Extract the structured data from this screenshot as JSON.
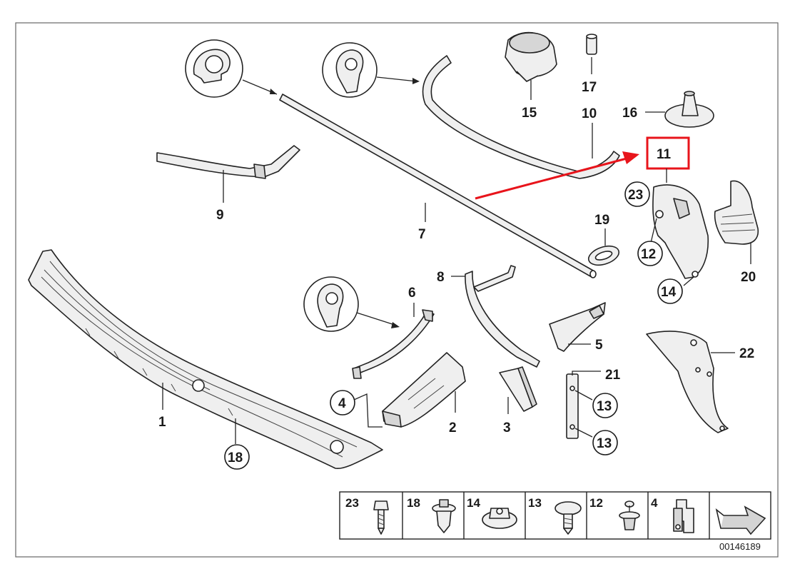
{
  "parts": {
    "p1": "1",
    "p2": "2",
    "p3": "3",
    "p4": "4",
    "p5": "5",
    "p6": "6",
    "p7": "7",
    "p8": "8",
    "p9": "9",
    "p10": "10",
    "p11": "11",
    "p12": "12",
    "p13a": "13",
    "p13b": "13",
    "p14": "14",
    "p15": "15",
    "p16": "16",
    "p17": "17",
    "p18": "18",
    "p19": "19",
    "p20": "20",
    "p21": "21",
    "p22": "22",
    "p23": "23"
  },
  "fasteners": [
    "23",
    "18",
    "14",
    "13",
    "12",
    "4"
  ],
  "doc_number": "00146189",
  "highlight": {
    "label": "11",
    "color": "#e8141b"
  },
  "colors": {
    "line": "#222222",
    "part_fill": "#efefef",
    "border": "#555555"
  }
}
